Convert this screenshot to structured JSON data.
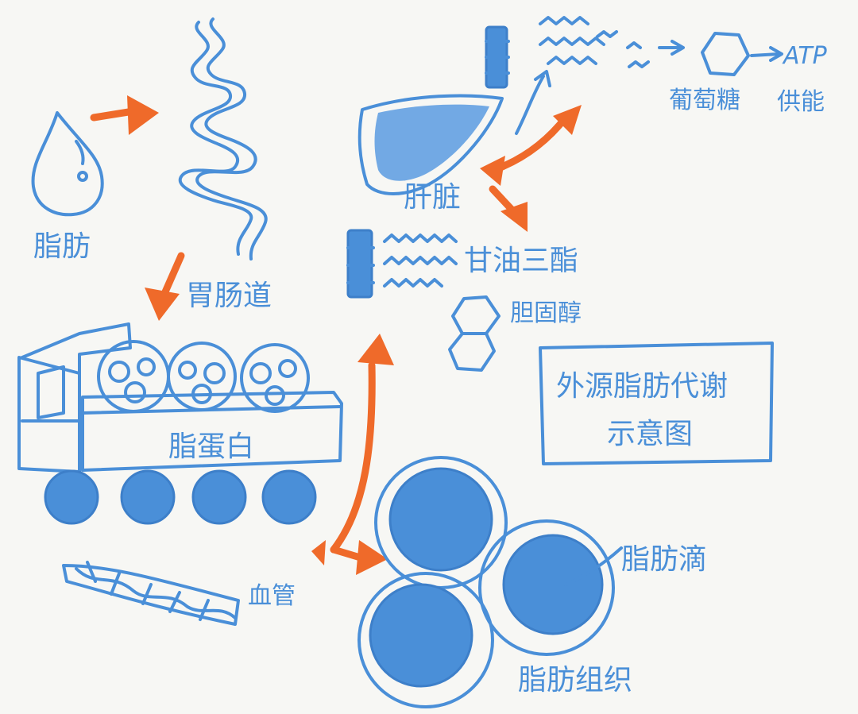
{
  "labels": {
    "fat": "脂肪",
    "gi_tract": "胃肠道",
    "lipoprotein": "脂蛋白",
    "blood_vessel": "血管",
    "liver": "肝脏",
    "triglyceride": "甘油三酯",
    "cholesterol": "胆固醇",
    "glucose": "葡萄糖",
    "energy_supply": "供能",
    "atp": "ATP",
    "fat_cell": "脂肪滴",
    "adipose_tissue": "脂肪组织"
  },
  "title_box": {
    "line1": "外源脂肪代谢",
    "line2": "示意图"
  },
  "colors": {
    "blue": "#4a8fd8",
    "orange": "#ef6a2a",
    "background": "#f7f7f4"
  }
}
